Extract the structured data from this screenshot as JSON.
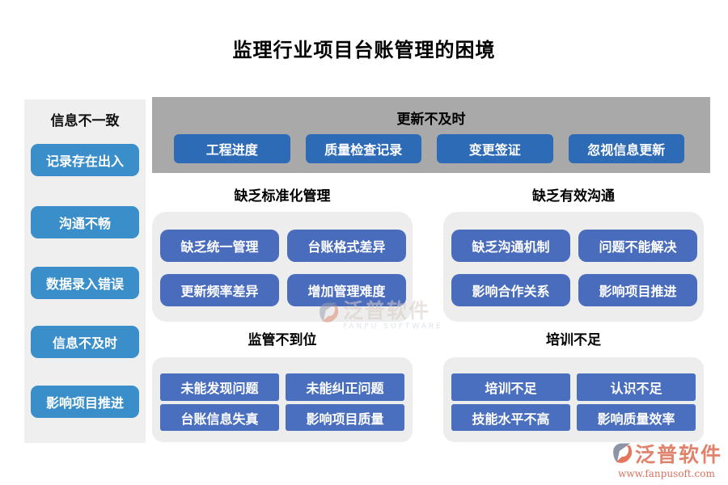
{
  "title": "监理行业项目台账管理的困境",
  "sidebar": {
    "title": "信息不一致",
    "items": [
      "记录存在出入",
      "沟通不畅",
      "数据录入错误",
      "信息不及时",
      "影响项目推进"
    ]
  },
  "banner": {
    "title": "更新不及时",
    "items": [
      "工程进度",
      "质量检查记录",
      "变更签证",
      "忽视信息更新"
    ]
  },
  "sections": [
    {
      "title": "缺乏标准化管理",
      "items": [
        "缺乏统一管理",
        "台账格式差异",
        "更新频率差异",
        "增加管理难度"
      ]
    },
    {
      "title": "缺乏有效沟通",
      "items": [
        "缺乏沟通机制",
        "问题不能解决",
        "影响合作关系",
        "影响项目推进"
      ]
    },
    {
      "title": "监管不到位",
      "items": [
        "未能发现问题",
        "未能纠正问题",
        "台账信息失真",
        "影响项目质量"
      ]
    },
    {
      "title": "培训不足",
      "items": [
        "培训不足",
        "认识不足",
        "技能水平不高",
        "影响质量效率"
      ]
    }
  ],
  "watermark": {
    "name": "泛普软件",
    "subtitle": "FANPU SOFTWARE"
  },
  "logo": {
    "name": "泛普软件",
    "url": "www.fanpusoft.com"
  },
  "colors": {
    "sidebar_button": "#3a8fca",
    "banner_button": "#2e6bb7",
    "grid_button": "#4a6cbd",
    "banner_bg": "#a9a9a9",
    "panel_bg": "#ededed",
    "sidebar_bg": "#efefef",
    "logo_accent": "#e0826c"
  }
}
